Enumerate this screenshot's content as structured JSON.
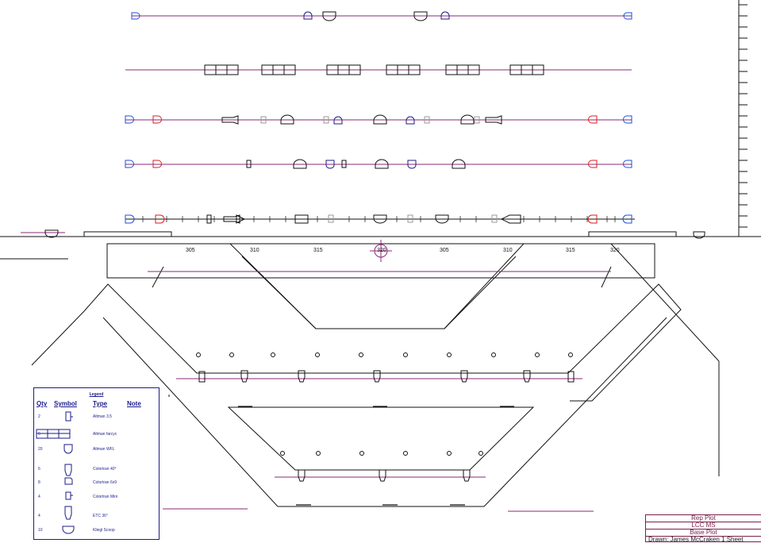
{
  "stage_numbers": [
    "305",
    "310",
    "315",
    "320",
    "305",
    "310",
    "315",
    "320"
  ],
  "legend": {
    "title": "Legend",
    "headers": {
      "qty": "Qty",
      "symbol": "Symbol",
      "type": "Type",
      "note": "Note"
    },
    "items": [
      {
        "qty": "2",
        "type": "Altman 3.5",
        "icon": "altman-3-5-icon"
      },
      {
        "qty": "6",
        "type": "Altman farcyc",
        "icon": "altman-farcyc-icon"
      },
      {
        "qty": "20",
        "type": "Altman WFL",
        "icon": "altman-wfl-icon"
      },
      {
        "qty": "6",
        "type": "Colortran 40°",
        "icon": "colortran-40-icon"
      },
      {
        "qty": "8",
        "type": "Colortran 6x9",
        "icon": "colortran-6x9-icon"
      },
      {
        "qty": "4",
        "type": "Colortran Mini",
        "icon": "colortran-mini-icon"
      },
      {
        "qty": "4",
        "type": "ETC 36°",
        "icon": "etc-36-icon"
      },
      {
        "qty": "10",
        "type": "Kliegl Scoop",
        "icon": "kliegl-scoop-icon"
      }
    ]
  },
  "title_block": {
    "line1": "Rep Plot",
    "line2": "LCC MS",
    "line3": "Base Plot",
    "line4": "Drawn: James McCraken    1 Sheet"
  },
  "colors": {
    "pipe": "#8a2a7a",
    "drawing": "#111111",
    "legend": "#1b1b8a",
    "red": "#e01b1b",
    "blue": "#1b4fe0"
  }
}
